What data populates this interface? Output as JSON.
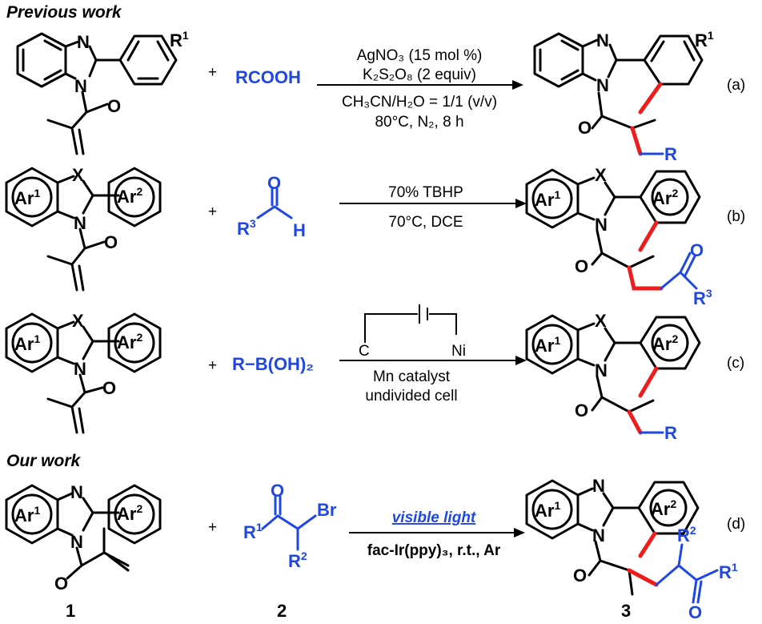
{
  "headings": {
    "previous": "Previous work",
    "ours": "Our work"
  },
  "atoms": {
    "N": "N",
    "O": "O",
    "X": "X",
    "R": "R",
    "H": "H",
    "Br": "Br",
    "C": "C",
    "Ni": "Ni",
    "R1": "R",
    "R1_sup": "1",
    "R2": "R",
    "R2_sup": "2",
    "R3": "R",
    "R3_sup": "3",
    "Ar1": "Ar",
    "Ar1_sup": "1",
    "Ar2": "Ar",
    "Ar2_sup": "2"
  },
  "reaction_a": {
    "reagent": "RCOOH",
    "cond1": "AgNO₃ (15 mol %)",
    "cond2": "K₂S₂O₈ (2 equiv)",
    "cond3": "CH₃CN/H₂O = 1/1 (v/v)",
    "cond4": "80°C, N₂, 8 h",
    "label": "(a)"
  },
  "reaction_b": {
    "cond1": "70% TBHP",
    "cond2": "70°C, DCE",
    "label": "(b)"
  },
  "reaction_c": {
    "reagent": "R−B(OH)₂",
    "cond1": "Mn catalyst",
    "cond2": "undivided cell",
    "label": "(c)"
  },
  "reaction_d": {
    "cond1": "visible light",
    "cond2": "fac-Ir(ppy)₃,  r.t., Ar",
    "label": "(d)"
  },
  "plus": "+",
  "methyl": "",
  "compounds": {
    "c1": "1",
    "c2": "2",
    "c3": "3"
  },
  "colors": {
    "accent_blue": "#1f47e6",
    "bond_red": "#ee1c1c"
  }
}
